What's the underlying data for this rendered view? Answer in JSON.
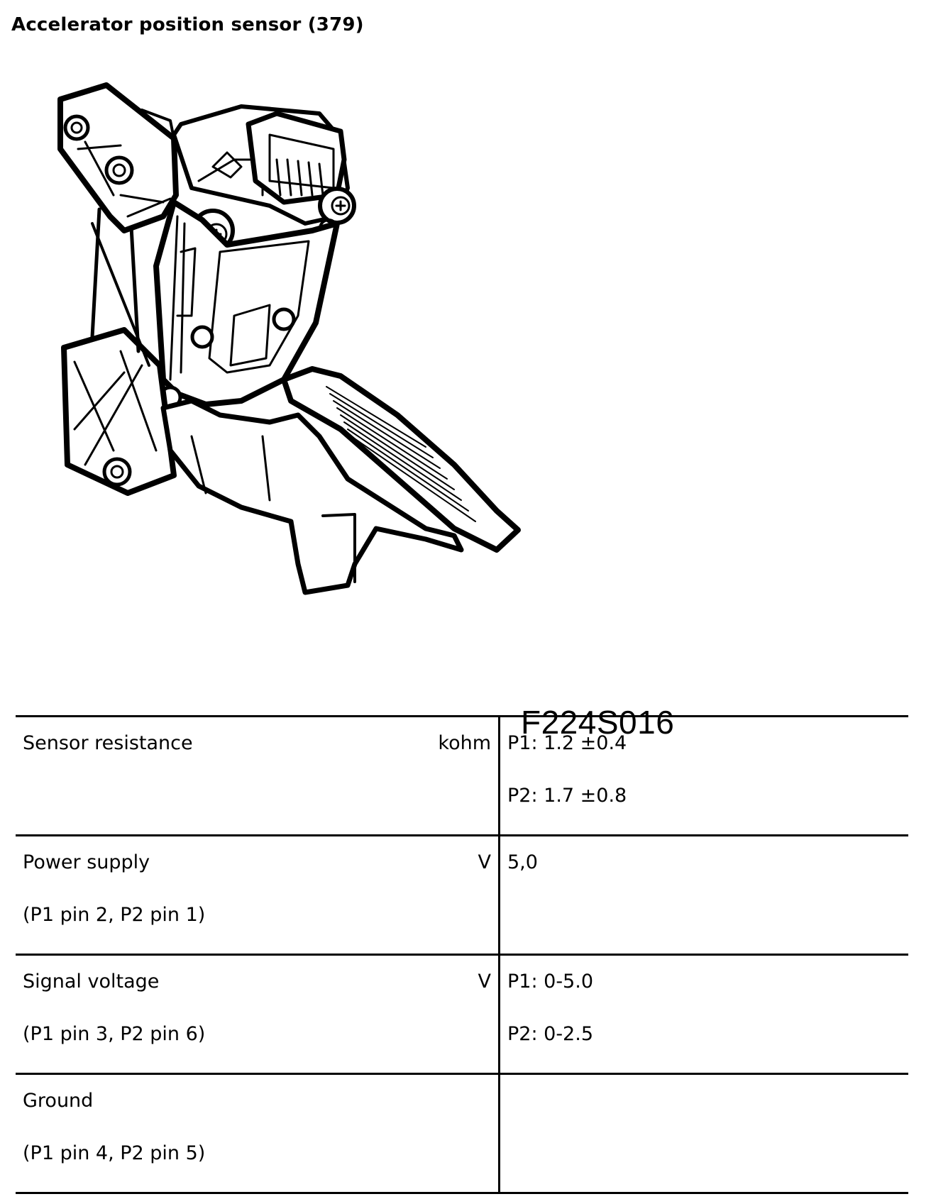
{
  "title": "Accelerator position sensor (379)",
  "figure": {
    "code": "F224S016",
    "icon": "accelerator-pedal-illustration"
  },
  "rows": [
    {
      "param": [
        "Sensor resistance"
      ],
      "unit": "kohm",
      "values": [
        "P1: 1.2 ±0.4",
        "P2: 1.7 ±0.8"
      ]
    },
    {
      "param": [
        "Power supply",
        "(P1 pin 2, P2 pin 1)"
      ],
      "unit": "V",
      "values": [
        "5,0"
      ]
    },
    {
      "param": [
        "Signal voltage",
        "(P1 pin 3, P2 pin 6)"
      ],
      "unit": "V",
      "values": [
        "P1: 0-5.0",
        "P2: 0-2.5"
      ]
    },
    {
      "param": [
        "Ground",
        "(P1 pin 4, P2 pin 5)"
      ],
      "unit": "",
      "values": []
    }
  ]
}
